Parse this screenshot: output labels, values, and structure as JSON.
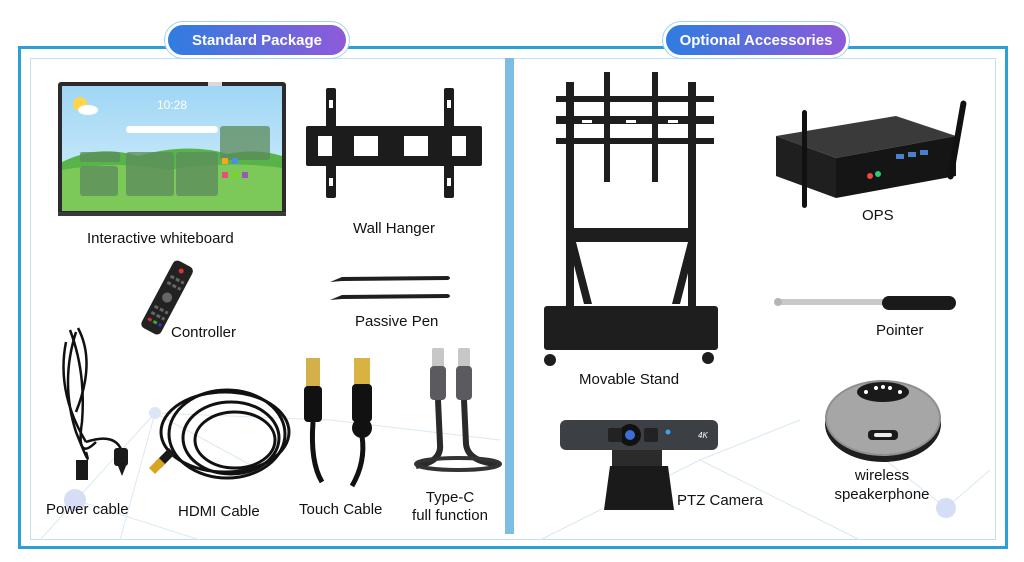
{
  "headers": {
    "standard": "Standard Package",
    "optional": "Optional Accessories"
  },
  "standard_items": {
    "whiteboard": "Interactive whiteboard",
    "wall_hanger": "Wall Hanger",
    "controller": "Controller",
    "passive_pen": "Passive Pen",
    "power_cable": "Power cable",
    "hdmi_cable": "HDMI Cable",
    "touch_cable": "Touch Cable",
    "typec_line1": "Type-C",
    "typec_line2": "full function"
  },
  "optional_items": {
    "stand": "Movable Stand",
    "ops": "OPS",
    "pointer": "Pointer",
    "camera": "PTZ Camera",
    "speaker_line1": "wireless",
    "speaker_line2": "speakerphone"
  },
  "screen": {
    "time": "10:28"
  },
  "camera_badge": "4K",
  "colors": {
    "frame": "#2a9fd8",
    "divider": "#7dbde3",
    "pill_start": "#2f7de0",
    "pill_end": "#8e5ad9"
  }
}
